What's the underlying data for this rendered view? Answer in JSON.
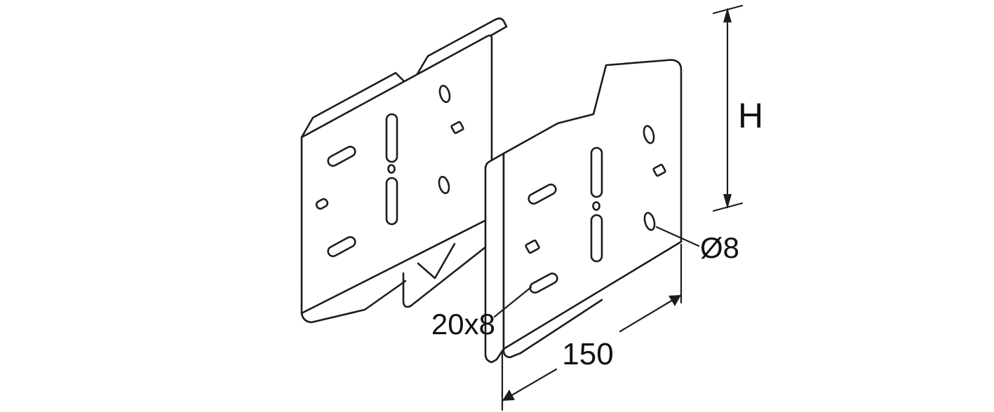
{
  "diagram": {
    "kind": "technical-line-drawing",
    "line_color": "#1c1c1c",
    "background_color": "#ffffff"
  },
  "labels": {
    "height_dim": "H",
    "hole_diameter": "Ø8",
    "slot_size": "20x8",
    "width_dim": "150"
  }
}
